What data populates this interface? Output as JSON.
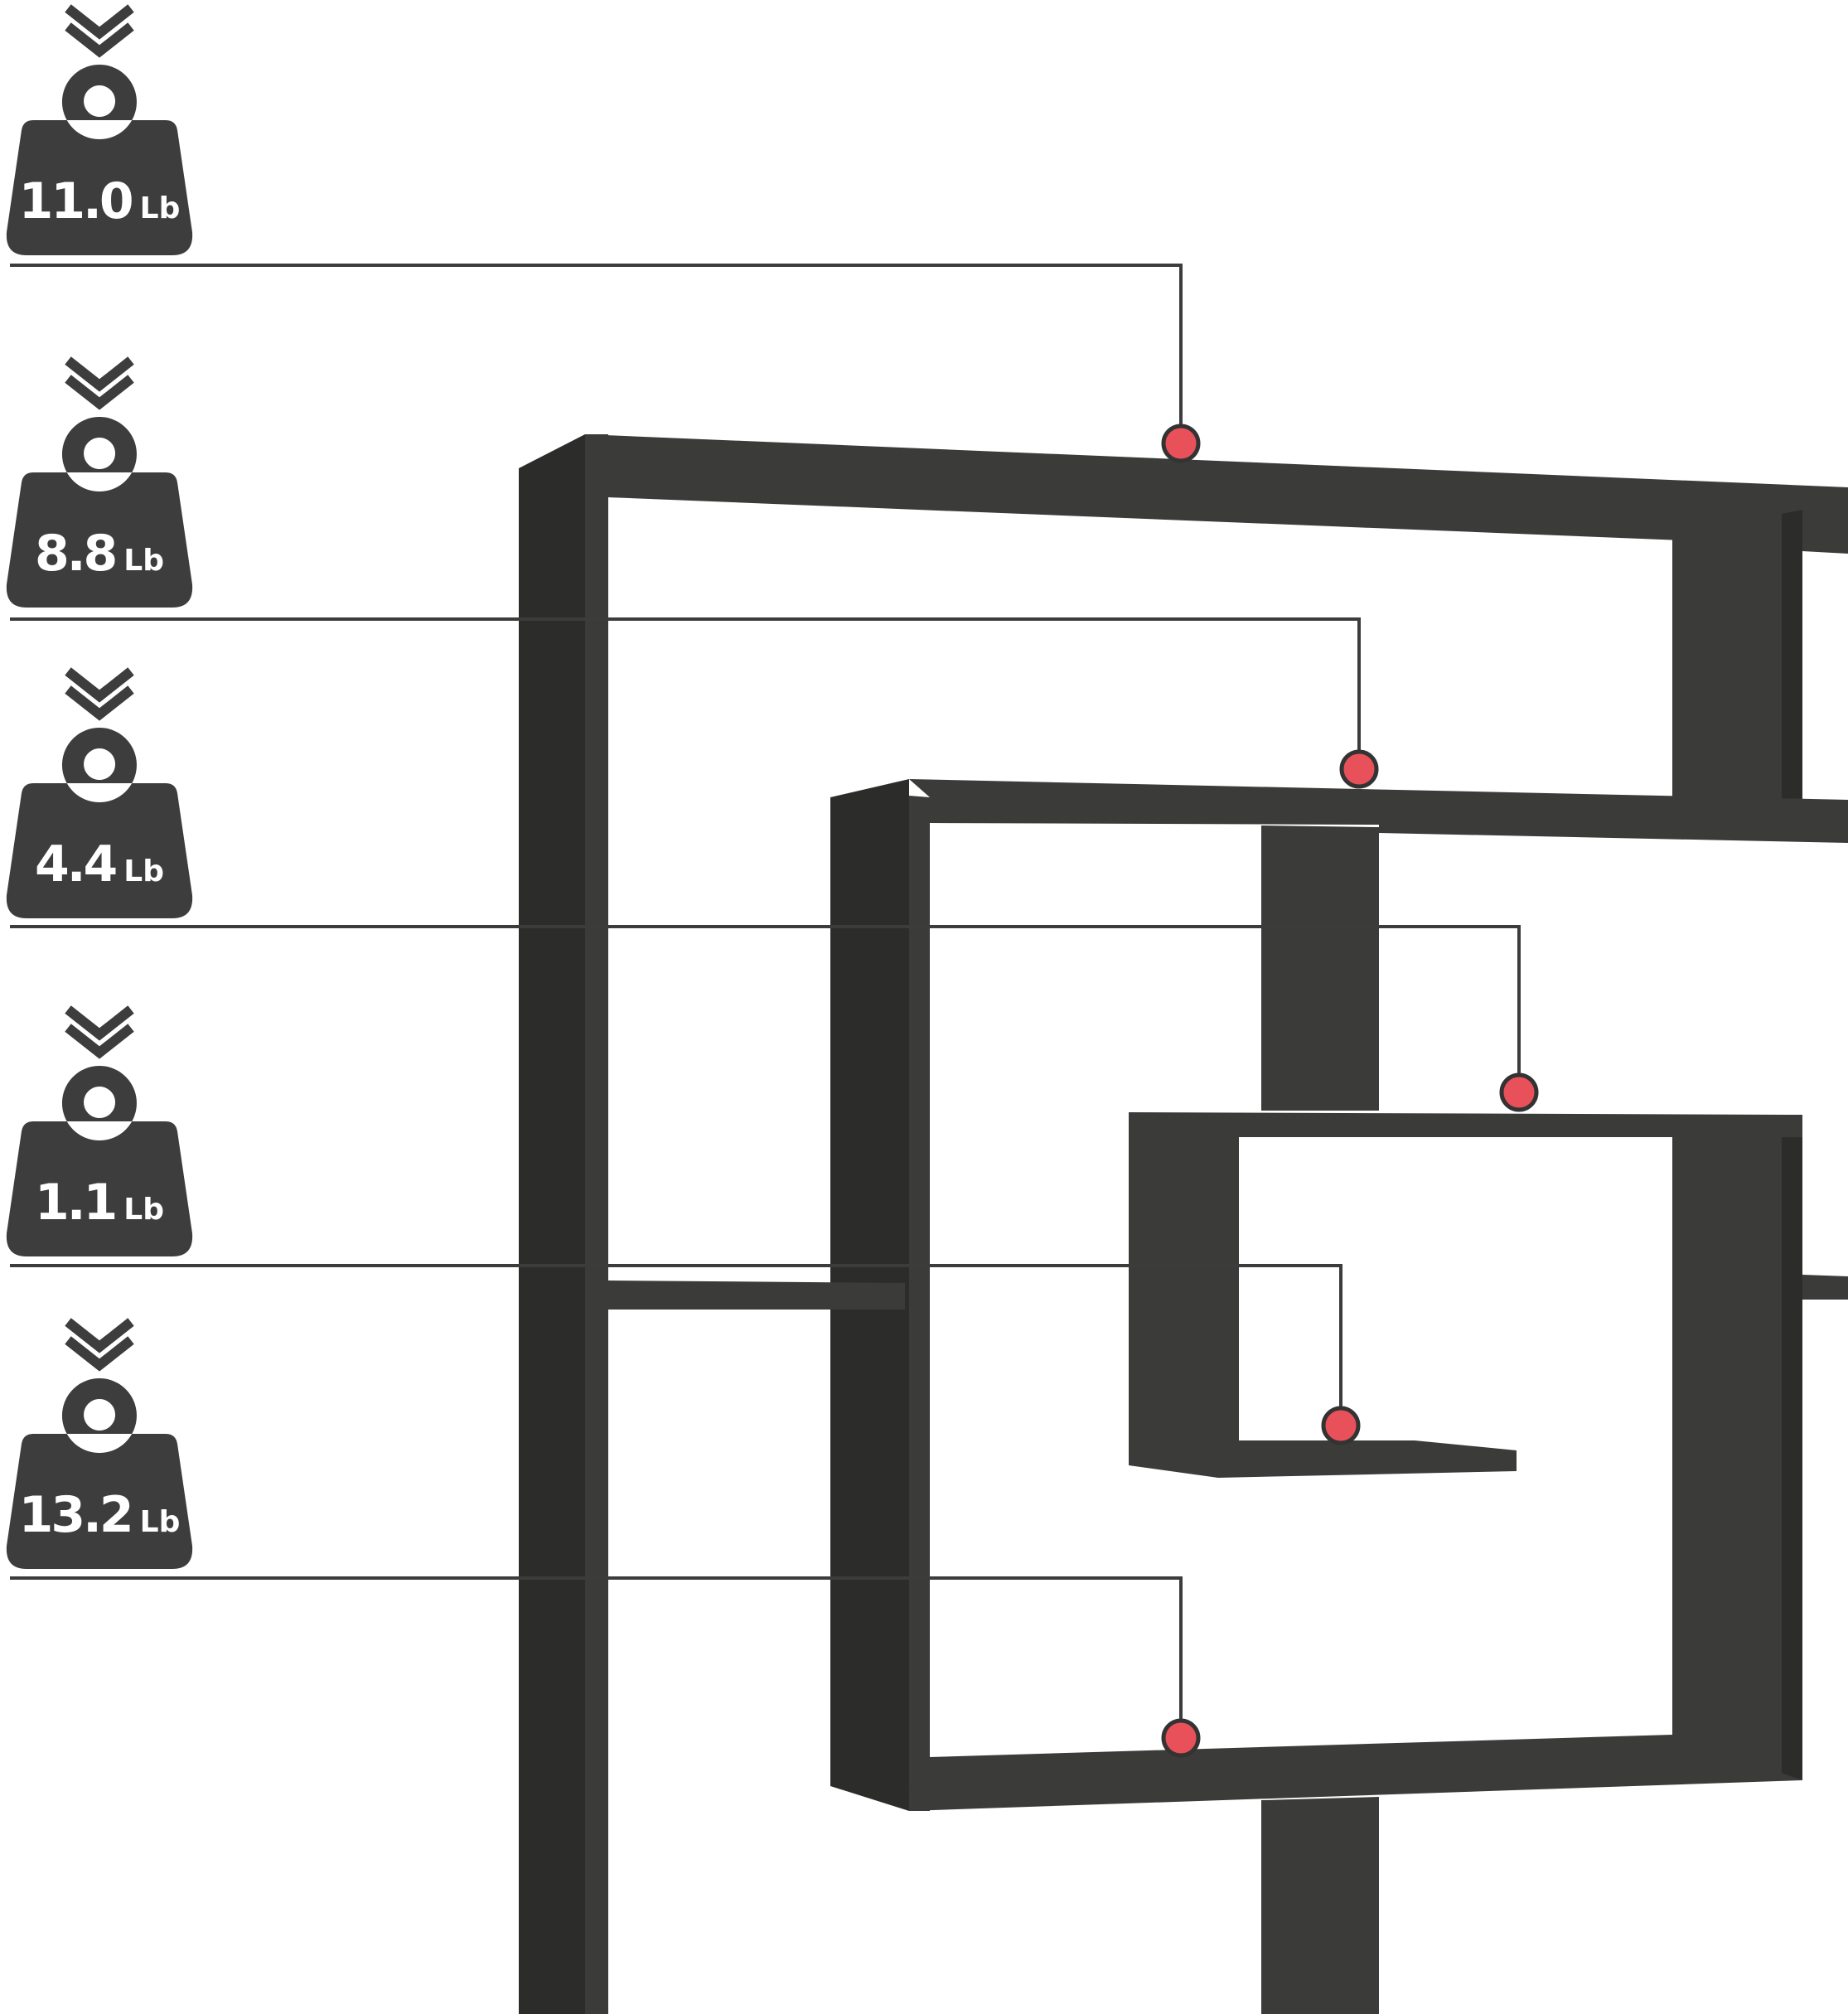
{
  "colors": {
    "background": "#ffffff",
    "shelf_face": "#3b3b39",
    "shelf_edge": "#2c2c2a",
    "weight_icon": "#3d3d3d",
    "leader_line": "#3c3c3c",
    "marker_fill": "#e8505a",
    "marker_stroke": "#333333"
  },
  "weights": [
    {
      "value": "11.0",
      "unit": "Lb",
      "icon": "weight-icon",
      "arrow_icon": "double-chevron-down-icon"
    },
    {
      "value": "8.8",
      "unit": "Lb",
      "icon": "weight-icon",
      "arrow_icon": "double-chevron-down-icon"
    },
    {
      "value": "4.4",
      "unit": "Lb",
      "icon": "weight-icon",
      "arrow_icon": "double-chevron-down-icon"
    },
    {
      "value": "1.1",
      "unit": "Lb",
      "icon": "weight-icon",
      "arrow_icon": "double-chevron-down-icon"
    },
    {
      "value": "13.2",
      "unit": "Lb",
      "icon": "weight-icon",
      "arrow_icon": "double-chevron-down-icon"
    }
  ]
}
